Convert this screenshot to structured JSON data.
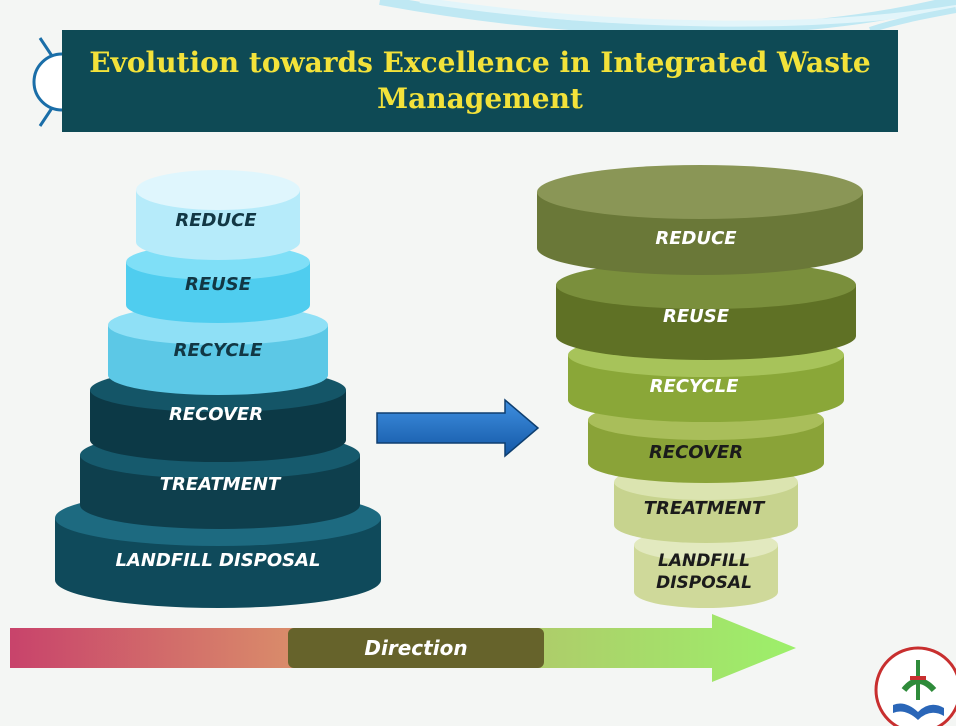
{
  "title": {
    "line1": "Evolution towards Excellence in Integrated Waste",
    "line2": "Management"
  },
  "left_stack": {
    "labels": [
      "REDUCE",
      "REUSE",
      "RECYCLE",
      "RECOVER",
      "TREATMENT",
      "LANDFILL DISPOSAL"
    ],
    "colors": [
      "#cdf0fb",
      "#5fd2f0",
      "#74d4f0",
      "#0e4150",
      "#0f4f5e",
      "#135b6e"
    ]
  },
  "right_stack": {
    "labels": [
      "REDUCE",
      "REUSE",
      "RECYCLE",
      "RECOVER",
      "TREATMENT",
      "LANDFILL",
      "DISPOSAL"
    ],
    "colors": [
      "#6f7c3e",
      "#67792b",
      "#8aa738",
      "#8ca53a",
      "#c7d38e",
      "#d2dc9e"
    ]
  },
  "arrow_icon": "right-arrow-icon",
  "direction_label": "Direction",
  "colors": {
    "title_bg": "#0e4a55",
    "title_text": "#f3e23a",
    "arrow": "#1f6fc0",
    "direction_start": "#c8436b",
    "direction_end": "#9cf06a",
    "direction_label_bg": "#66632b"
  },
  "logo_icon": "jabatan-alam-sekitar-logo-icon"
}
